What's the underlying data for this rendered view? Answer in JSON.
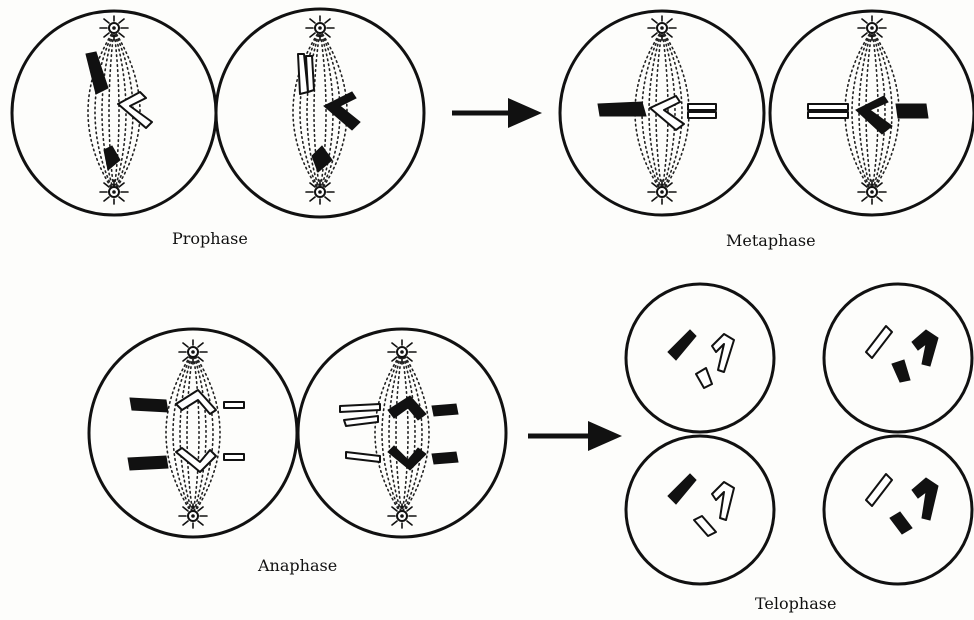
{
  "labels": {
    "prophase": "Prophase",
    "metaphase": "Metaphase",
    "anaphase": "Anaphase",
    "telophase": "Telophase"
  },
  "colors": {
    "ink": "#111111",
    "paper": "#fdfdfb"
  }
}
